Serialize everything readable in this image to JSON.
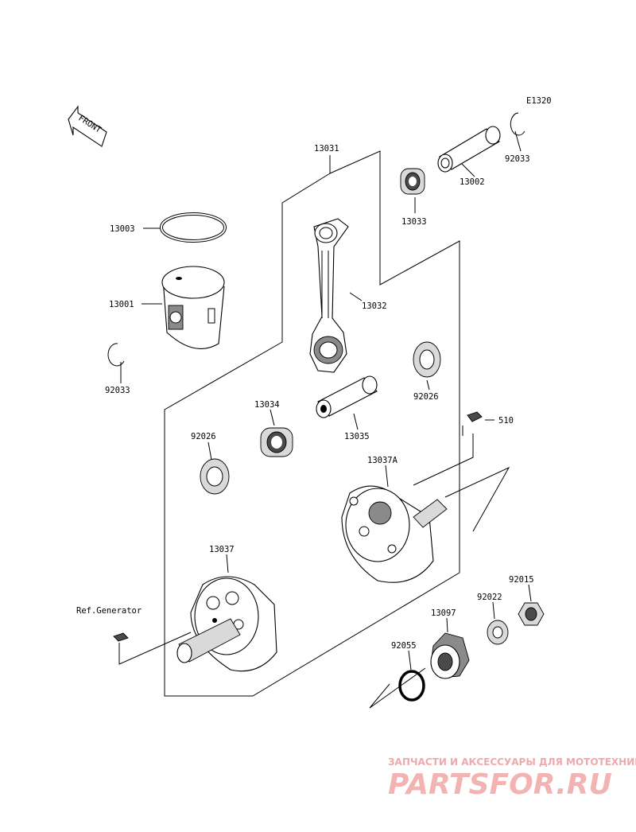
{
  "diagram": {
    "code": "E1320",
    "front_label": "FRONT",
    "ref_label": "Ref.Generator",
    "parts": {
      "p13031": "13031",
      "p13002": "13002",
      "p92033_top": "92033",
      "p13033": "13033",
      "p13003": "13003",
      "p13001": "13001",
      "p13032": "13032",
      "p92033_left": "92033",
      "p92026_right": "92026",
      "p13034": "13034",
      "p13035": "13035",
      "p510": "510",
      "p92026_left": "92026",
      "p13037A": "13037A",
      "p13037": "13037",
      "p92015": "92015",
      "p92022": "92022",
      "p13097": "13097",
      "p92055": "92055"
    }
  },
  "watermark": {
    "text": "ЗАПЧАСТИ И АКСЕССУАРЫ ДЛЯ МОТОТЕХНИКИ",
    "logo": "PARTSFOR.RU"
  },
  "colors": {
    "line": "#000000",
    "watermark": "#f0a8a8"
  }
}
